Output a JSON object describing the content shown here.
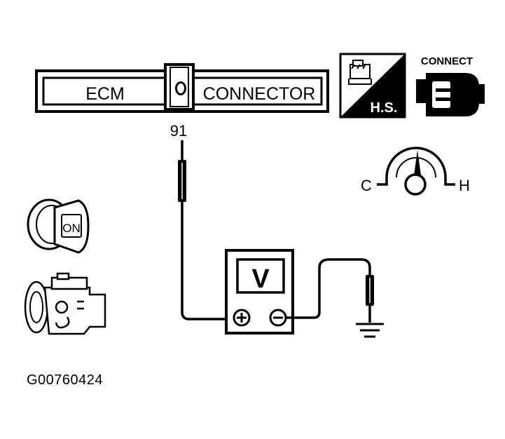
{
  "ecm_connector": {
    "left_label": "ECM",
    "right_label": "CONNECTOR",
    "terminal": "91"
  },
  "hot_start": {
    "label": "H.S.",
    "icon": "hot-engine-icon"
  },
  "connect": {
    "label": "CONNECT",
    "icon": "connector-plug-icon"
  },
  "temperature_gauge": {
    "cold_label": "C",
    "hot_label": "H",
    "icon": "temperature-gauge-icon"
  },
  "ignition_switch": {
    "label": "ON",
    "icon": "ignition-key-icon"
  },
  "engine": {
    "icon": "engine-icon"
  },
  "voltmeter": {
    "display": "V",
    "positive_symbol": "+",
    "negative_symbol": "−",
    "icon": "voltmeter-icon"
  },
  "ground": {
    "icon": "ground-icon"
  },
  "figure_id": "G00760424"
}
